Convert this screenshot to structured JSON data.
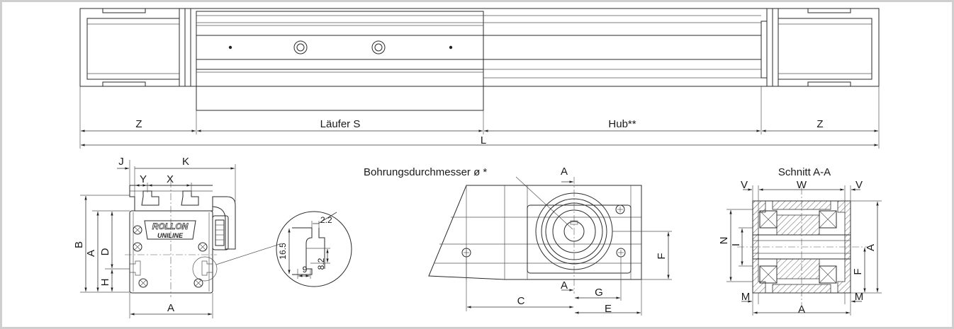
{
  "top_view": {
    "dim_z_left": "Z",
    "dim_slider": "Läufer S",
    "dim_stroke": "Hub**",
    "dim_z_right": "Z",
    "dim_total": "L"
  },
  "front_view": {
    "dim_j": "J",
    "dim_k": "K",
    "dim_y": "Y",
    "dim_x": "X",
    "dim_b": "B",
    "dim_a_vertical": "A",
    "dim_d": "D",
    "dim_h": "H",
    "dim_a_bottom": "A",
    "logo_brand": "ROLLON",
    "logo_product": "UNILINE"
  },
  "detail_view": {
    "dim_2_2": "2.2",
    "dim_16_5": "16.5",
    "dim_8_2": "8.2",
    "dim_9": "9"
  },
  "pulley_view": {
    "bore_label": "Bohrungsdurchmesser ø *",
    "section_mark_top": "A",
    "section_mark_bottom": "A",
    "dim_f": "F",
    "dim_c": "C",
    "dim_g": "G",
    "dim_e": "E"
  },
  "section_view": {
    "title": "Schnitt A-A",
    "dim_v_left": "V",
    "dim_w": "W",
    "dim_v_right": "V",
    "dim_n": "N",
    "dim_i": "I",
    "dim_a_right": "A",
    "dim_f": "F",
    "dim_m_left": "M",
    "dim_a_bottom": "A",
    "dim_m_right": "M"
  }
}
